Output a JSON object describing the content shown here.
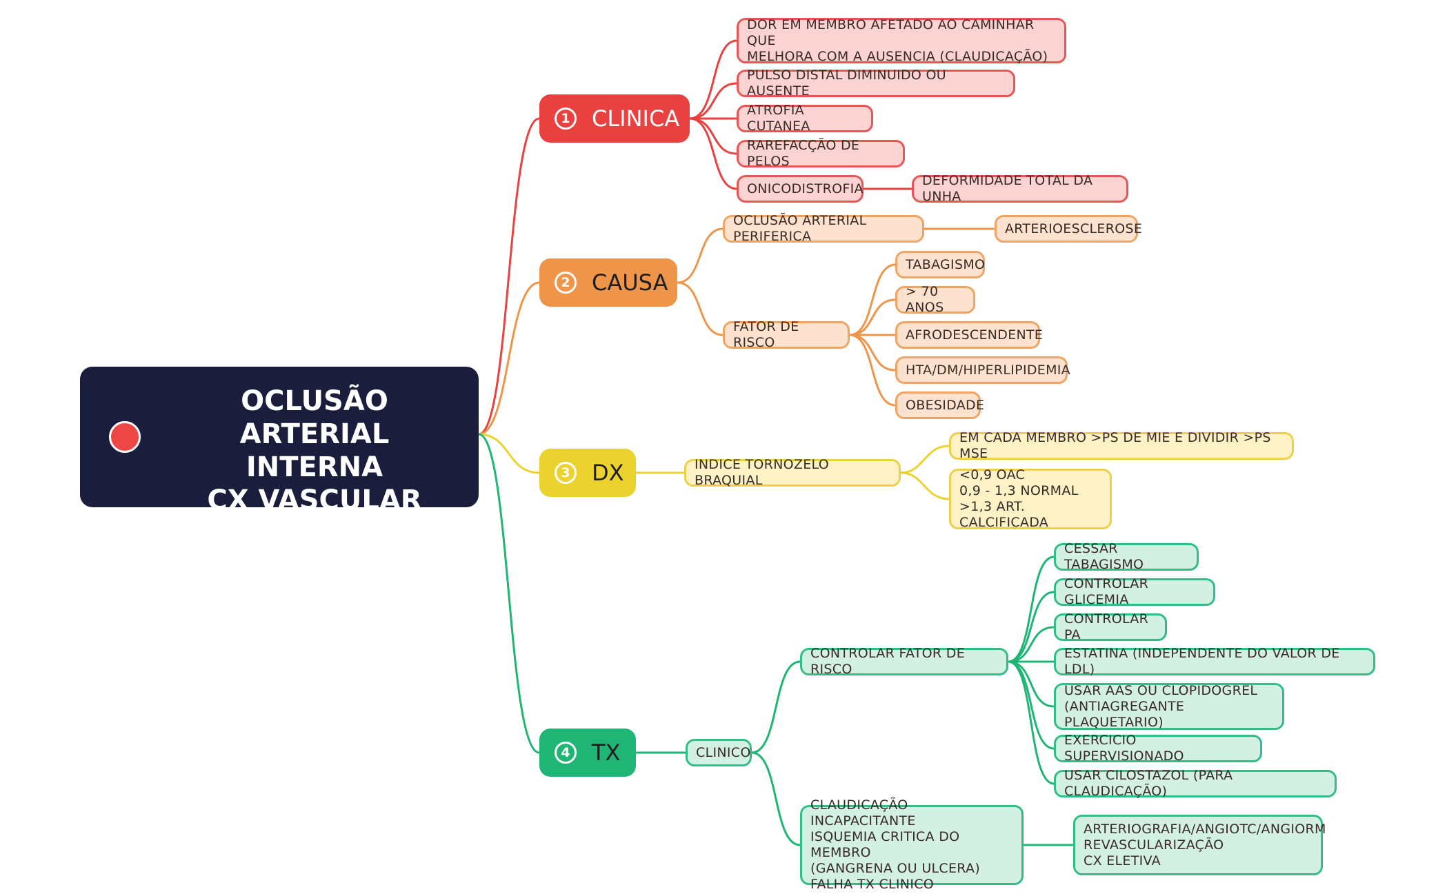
{
  "root": {
    "title": "OCLUSÃO ARTERIAL\nINTERNA\nCX VASCULAR"
  },
  "colors": {
    "red": "#e94040",
    "orange": "#ef9549",
    "yellow": "#ecd22e",
    "green": "#1fb574",
    "root_bg": "#1b1d3c"
  },
  "branches": [
    {
      "num": "1",
      "label": "CLINICA"
    },
    {
      "num": "2",
      "label": "CAUSA"
    },
    {
      "num": "3",
      "label": "DX"
    },
    {
      "num": "4",
      "label": "TX"
    }
  ],
  "clinica": {
    "claudicacao": "DOR EM MEMBRO AFETADO AO CAMINHAR QUE\nMELHORA COM A AUSENCIA (CLAUDICAÇÃO)",
    "pulso": "PULSO DISTAL DIMINUIDO OU AUSENTE",
    "atrofia": "ATROFIA CUTANEA",
    "rarefaccao": "RAREFACÇÃO DE PELOS",
    "onicodistrofia": "ONICODISTROFIA",
    "deformidade": "DEFORMIDADE TOTAL DA UNHA"
  },
  "causa": {
    "oclusao": "OCLUSÃO ARTERIAL PERIFERICA",
    "arterioesclerose": "ARTERIOESCLEROSE",
    "fator": "FATOR DE RISCO",
    "tabagismo": "TABAGISMO",
    "idade": "> 70 ANOS",
    "afro": "AFRODESCENDENTE",
    "hta": "HTA/DM/HIPERLIPIDEMIA",
    "obesidade": "OBESIDADE"
  },
  "dx": {
    "itb": "INDICE TORNOZELO BRAQUIAL",
    "medida": "EM CADA MEMBRO >PS DE MIE E DIVIDIR >PS MSE",
    "valores": "<0,9 OAC\n0,9 - 1,3 NORMAL\n>1,3 ART. CALCIFICADA"
  },
  "tx": {
    "clinico": "CLINICO",
    "controlar": "CONTROLAR FATOR DE RISCO",
    "cessar": "CESSAR TABAGISMO",
    "glicemia": "CONTROLAR GLICEMIA",
    "pa": "CONTROLAR PA",
    "estatina": "ESTATINA (INDEPENDENTE DO VALOR DE LDL)",
    "aas": "USAR AAS OU CLOPIDOGREL\n(ANTIAGREGANTE PLAQUETARIO)",
    "exercicio": "EXERCICIO SUPERVISIONADO",
    "cilostazol": "USAR CILOSTAZOL (PARA CLAUDICAÇÃO)",
    "indicacoes": "CLAUDICAÇÃO INCAPACITANTE\nISQUEMIA CRITICA DO MEMBRO\n(GANGRENA OU ULCERA)\nFALHA TX CLINICO",
    "cirurgia": "ARTERIOGRAFIA/ANGIOTC/ANGIORM\nREVASCULARIZAÇÃO\nCX ELETIVA"
  }
}
